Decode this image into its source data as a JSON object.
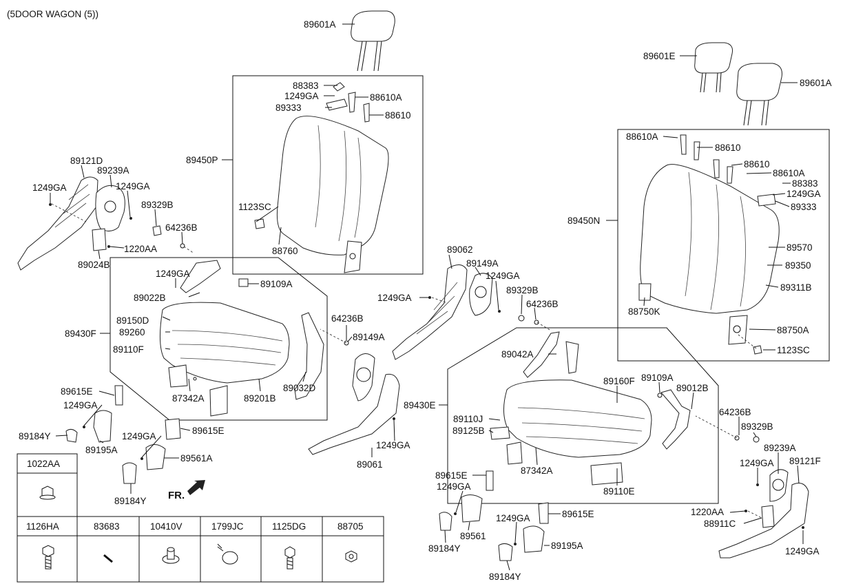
{
  "title": "(5DOOR WAGON (5))",
  "fr_label": "FR.",
  "labels": {
    "l0": "89601A",
    "l1": "89601E",
    "l2": "89601A",
    "l3": "88383",
    "l4": "1249GA",
    "l5": "88610A",
    "l6": "89333",
    "l7": "88610",
    "l8": "89450P",
    "l9": "1123SC",
    "l10": "88760",
    "l11": "89121D",
    "l12": "89239A",
    "l13": "1249GA",
    "l14": "1249GA",
    "l15": "89329B",
    "l16": "64236B",
    "l17": "1220AA",
    "l18": "89024B",
    "l19": "1249GA",
    "l20": "89109A",
    "l21": "89022B",
    "l22": "89150D",
    "l23": "89260",
    "l24": "89430F",
    "l25": "89110F",
    "l26": "64236B",
    "l27": "89149A",
    "l28": "87342A",
    "l29": "89201B",
    "l30": "89032D",
    "l31": "89615E",
    "l32": "1249GA",
    "l33": "89184Y",
    "l34": "89195A",
    "l35": "1249GA",
    "l36": "89615E",
    "l37": "89561A",
    "l38": "89184Y",
    "l39": "89062",
    "l40": "89149A",
    "l41": "1249GA",
    "l42": "1249GA",
    "l43": "89329B",
    "l44": "64236B",
    "l45": "89430E",
    "l46": "89061",
    "l47": "1249GA",
    "l48": "89042A",
    "l49": "89160F",
    "l50": "89109A",
    "l51": "89012B",
    "l52": "89110J",
    "l53": "89125B",
    "l54": "87342A",
    "l55": "89110E",
    "l56": "64236B",
    "l57": "89329B",
    "l58": "89239A",
    "l59": "1249GA",
    "l60": "89121F",
    "l61": "1220AA",
    "l62": "88911C",
    "l63": "1249GA",
    "l64": "89615E",
    "l65": "1249GA",
    "l66": "89561",
    "l67": "89184Y",
    "l68": "1249GA",
    "l69": "89615E",
    "l70": "89195A",
    "l71": "89184Y",
    "l72": "88610A",
    "l73": "88610",
    "l74": "88610",
    "l75": "88610A",
    "l76": "88383",
    "l77": "1249GA",
    "l78": "89333",
    "l79": "89450N",
    "l80": "89570",
    "l81": "89350",
    "l82": "89311B",
    "l83": "88750K",
    "l84": "88750A",
    "l85": "1123SC"
  },
  "legend_table": {
    "top_cell": "1022AA",
    "bottom_cells": [
      "1126HA",
      "83683",
      "10410V",
      "1799JC",
      "1125DG",
      "88705"
    ]
  }
}
